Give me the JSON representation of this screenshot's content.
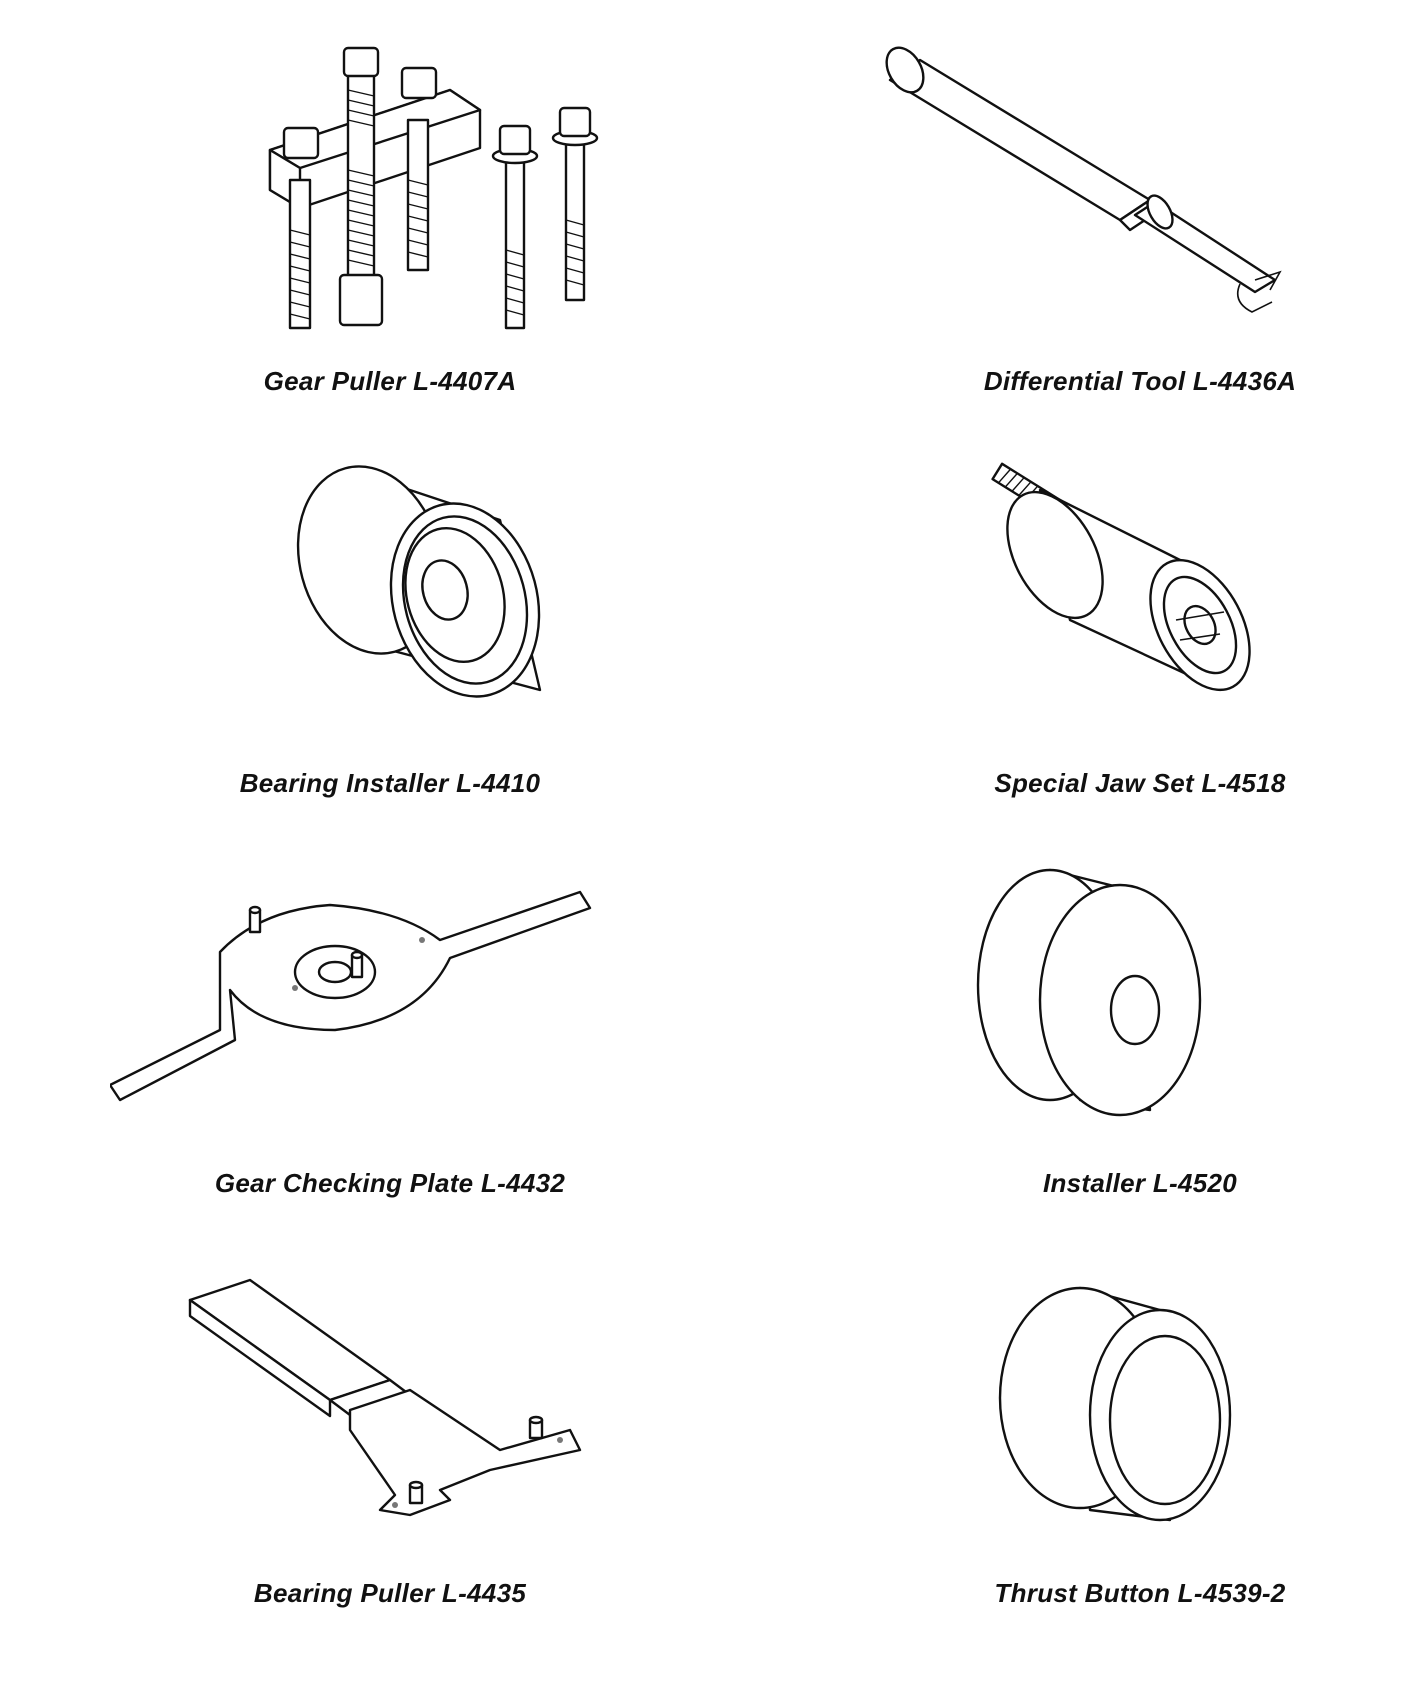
{
  "tools": [
    {
      "label": "Gear Puller L-4407A",
      "icon": "gear-puller-icon"
    },
    {
      "label": "Differential Tool L-4436A",
      "icon": "differential-tool-icon"
    },
    {
      "label": "Bearing Installer L-4410",
      "icon": "bearing-installer-icon"
    },
    {
      "label": "Special Jaw Set L-4518",
      "icon": "special-jaw-set-icon"
    },
    {
      "label": "Gear Checking Plate L-4432",
      "icon": "gear-checking-plate-icon"
    },
    {
      "label": "Installer L-4520",
      "icon": "installer-icon"
    },
    {
      "label": "Bearing Puller L-4435",
      "icon": "bearing-puller-icon"
    },
    {
      "label": "Thrust Button L-4539-2",
      "icon": "thrust-button-icon"
    }
  ]
}
